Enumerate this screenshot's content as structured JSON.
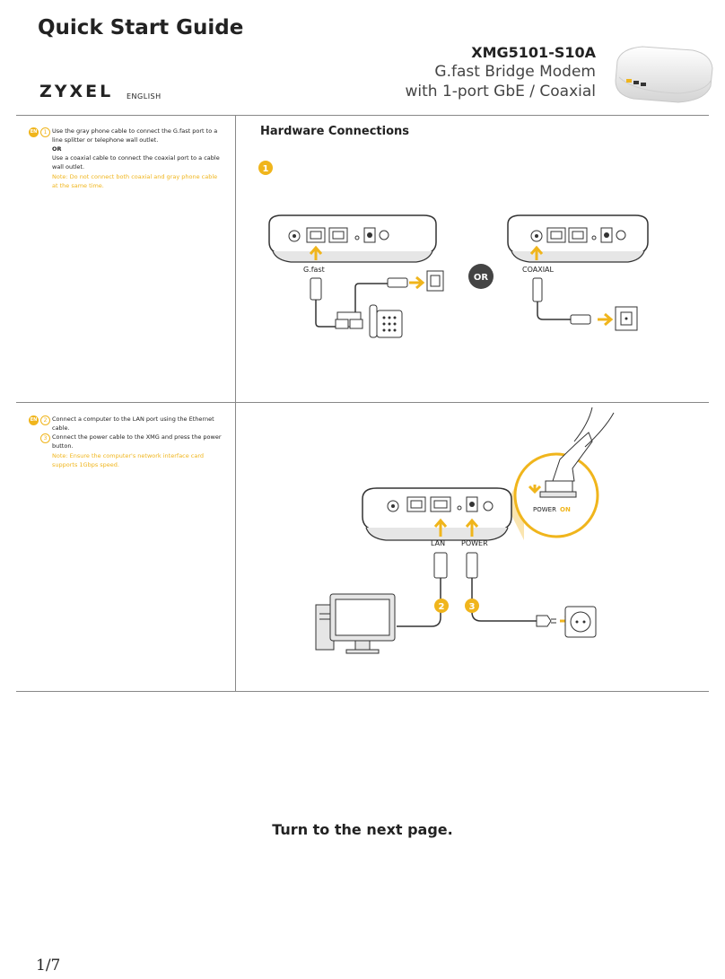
{
  "header": {
    "title": "Quick Start Guide",
    "brand": "ZYXEL",
    "language": "ENGLISH",
    "model": "XMG5101-S10A",
    "subtitle_line1": "G.fast  Bridge Modem",
    "subtitle_line2": "with 1-port GbE / Coaxial"
  },
  "section1": {
    "badge": "EN",
    "step": "1",
    "lines": [
      "Use the gray phone cable to connect the G.fast port to a",
      "line splitter or telephone wall outlet."
    ],
    "or_label": "OR",
    "lines_alt": [
      "Use a coaxial cable to connect the coaxial port to a cable",
      "wall outlet."
    ],
    "note_lines": [
      "Note: Do not connect both coaxial and gray phone cable",
      "at the same time."
    ]
  },
  "hardware": {
    "title": "Hardware Connections",
    "step_badge": "1",
    "label_gfast": "G.fast",
    "label_coaxial": "COAXIAL",
    "or_badge": "OR"
  },
  "section2": {
    "badge": "EN",
    "step2": "2",
    "step2_lines": [
      "Connect a computer to the LAN port using the Ethernet",
      "cable."
    ],
    "step3": "3",
    "step3_lines": [
      "Connect the power cable to the XMG and press the power",
      "button."
    ],
    "note_lines": [
      "Note: Ensure the computer's network interface card",
      "supports 1Gbps speed."
    ]
  },
  "diagram2": {
    "label_lan": "LAN",
    "label_power": "POWER",
    "power_text": "POWER",
    "power_on": "ON",
    "badge_2": "2",
    "badge_3": "3"
  },
  "footer": {
    "next_page": "Turn to the next page.",
    "page_number": "1/7"
  },
  "colors": {
    "accent": "#f0b51c",
    "dark": "#222222",
    "device_gray": "#e6e6e6"
  }
}
